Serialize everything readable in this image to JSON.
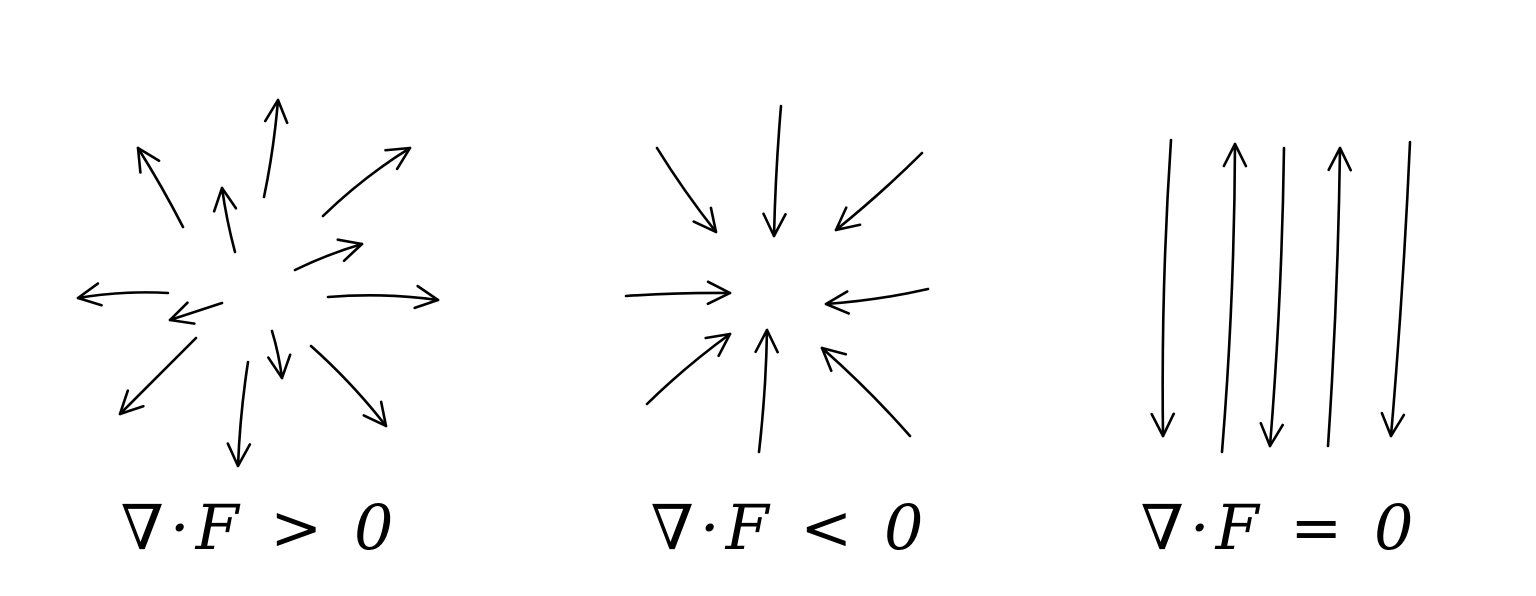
{
  "ink_color": "#000000",
  "background": "#ffffff",
  "panels": [
    {
      "caption": "∇·F > 0",
      "field": "source"
    },
    {
      "caption": "∇·F < 0",
      "field": "sink"
    },
    {
      "caption": "∇·F = 0",
      "field": "parallel-alternating"
    }
  ]
}
